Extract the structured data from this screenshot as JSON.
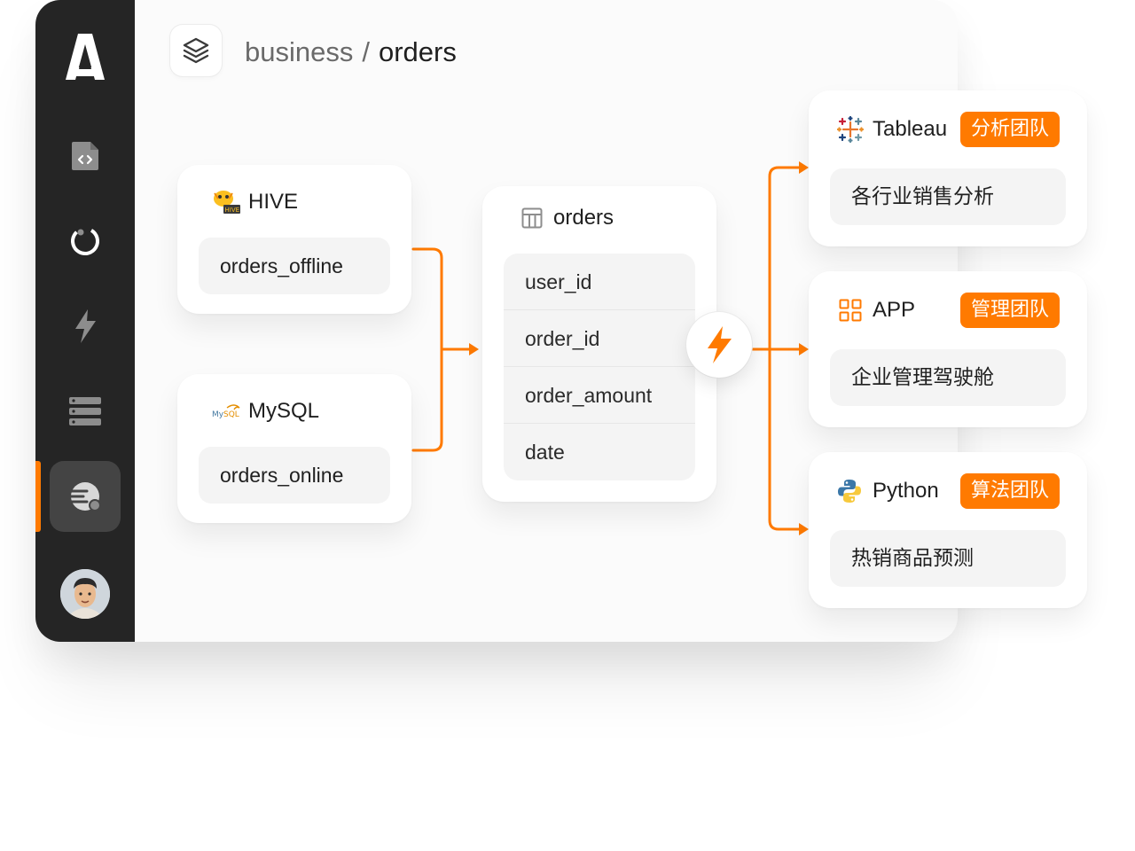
{
  "colors": {
    "accent": "#ff7a00",
    "sidebar_bg": "#252525",
    "sidebar_active": "#444444"
  },
  "sidebar": {
    "logo_icon": "a-logo-icon",
    "items": [
      {
        "icon": "code-file-icon",
        "active": false
      },
      {
        "icon": "loading-ring-icon",
        "active": false
      },
      {
        "icon": "bolt-icon",
        "active": false
      },
      {
        "icon": "server-stack-icon",
        "active": false
      },
      {
        "icon": "data-flow-icon",
        "active": true
      }
    ],
    "avatar_icon": "user-avatar"
  },
  "header": {
    "icon": "layers-icon",
    "breadcrumb_parent": "business",
    "breadcrumb_separator": "/",
    "breadcrumb_current": "orders"
  },
  "sources": [
    {
      "name": "HIVE",
      "icon": "hive-logo-icon",
      "table": "orders_offline"
    },
    {
      "name": "MySQL",
      "icon": "mysql-logo-icon",
      "table": "orders_online"
    }
  ],
  "target_table": {
    "name": "orders",
    "icon": "table-icon",
    "fields": [
      "user_id",
      "order_id",
      "order_amount",
      "date"
    ]
  },
  "accelerator_icon": "bolt-icon",
  "consumers": [
    {
      "name": "Tableau",
      "icon": "tableau-logo-icon",
      "team": "分析团队",
      "use_case": "各行业销售分析"
    },
    {
      "name": "APP",
      "icon": "app-grid-icon",
      "team": "管理团队",
      "use_case": "企业管理驾驶舱"
    },
    {
      "name": "Python",
      "icon": "python-logo-icon",
      "team": "算法团队",
      "use_case": "热销商品预测"
    }
  ]
}
